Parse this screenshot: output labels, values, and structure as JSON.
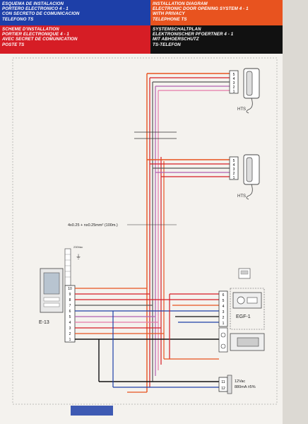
{
  "headers": {
    "es": [
      "ESQUEMA DE INSTALACION",
      "PORTERO ELECTRONICO 4 - 1",
      "CON SECRETO DE COMUNICACION",
      "TELEFONO TS"
    ],
    "en": [
      "INSTALLATION DIAGRAM",
      "ELECTRONIC DOOR OPENING SYSTEM 4 - 1",
      "WITH PRIVACY",
      "TELEPHONE TS"
    ],
    "fr": [
      "SCHEME D'INSTALLATION",
      "PORTIER ELECTRONIQUE 4 - 1",
      "AVEC SECRET DE COMUNICATION",
      "POSTE TS"
    ],
    "de": [
      "SYSTEMSCHALTPLAN",
      "ELEKTRONISCHER PFOERTNER 4 - 1",
      "MIT ABHOERSCHUTZ",
      "TS-TELEFON"
    ]
  },
  "diagram": {
    "handset_label": "HTS",
    "handset_terminals": [
      "5",
      "4",
      "3",
      "2",
      "1"
    ],
    "cable_spec": "4x0.25 + nx0.25mm² (100m.)",
    "panel_label": "E-13",
    "panel_top_label": "230Vac",
    "panel_terminals": [
      "10",
      "9",
      "8",
      "7",
      "6",
      "5",
      "4",
      "3",
      "2",
      "1"
    ],
    "egf_label": "EGF-1",
    "egf_terminals": [
      "6",
      "5",
      "4",
      "3",
      "2",
      "1"
    ],
    "psu_terminals": [
      "11",
      "12"
    ],
    "psu_voltage": "12Vac",
    "psu_current": "880mA ±5%"
  },
  "colors": {
    "es": "#1d3fa8",
    "en": "#e8531f",
    "fr": "#d61d25",
    "de": "#111111"
  }
}
